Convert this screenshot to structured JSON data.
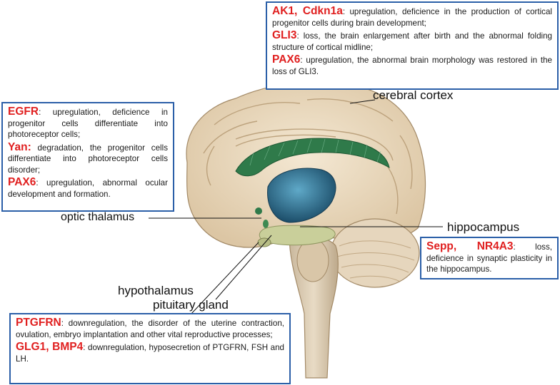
{
  "boxes": {
    "cortex": {
      "entries": [
        {
          "genes": "AK1, Cdkn1a",
          "text": ": upregulation, deficience in the production of cortical progenitor cells during brain development;"
        },
        {
          "genes": "GLI3",
          "text": ": loss, the brain enlargement after birth and the abnormal folding structure of cortical midline;"
        },
        {
          "genes": "PAX6",
          "text": ": upregulation, the abnormal brain morphology was restored in the loss of GLI3."
        }
      ]
    },
    "thalamus": {
      "entries": [
        {
          "genes": "EGFR",
          "text": ": upregulation, deficience in progenitor cells differentiate into photoreceptor cells;"
        },
        {
          "genes": "Yan:",
          "text": " degradation, the progenitor cells differentiate into photoreceptor cells disorder;"
        },
        {
          "genes": "PAX6",
          "text": ": upregulation, abnormal ocular development and formation."
        }
      ]
    },
    "hippocampus": {
      "entries": [
        {
          "genes": "Sepp, NR4A3",
          "text": ": loss, deficience in synaptic plasticity in the hippocampus."
        }
      ]
    },
    "pituitary": {
      "entries": [
        {
          "genes": "PTGFRN",
          "text": ": downregulation, the disorder of the uterine contraction, ovulation, embryo implantation and other vital reproductive processes;"
        },
        {
          "genes": "GLG1, BMP4",
          "text": ": downregulation, hyposecretion of PTGFRN, FSH and LH."
        }
      ]
    }
  },
  "labels": {
    "cerebral_cortex": "cerebral cortex",
    "optic_thalamus": "optic thalamus",
    "hippocampus": "hippocampus",
    "hypothalamus": "hypothalamus",
    "pituitary_gland": "pituitary gland"
  },
  "colors": {
    "border": "#2b5fa8",
    "gene": "#e02020",
    "brain_tissue": "#ead9bf",
    "corpus_callosum": "#2f7a4a",
    "ventricle": "#2c6f8e"
  }
}
